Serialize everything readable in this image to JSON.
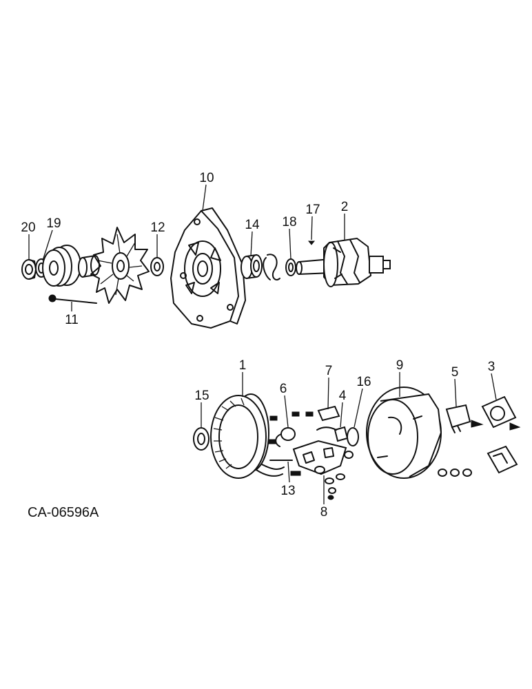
{
  "diagram": {
    "code": "CA-06596A",
    "callouts": [
      "1",
      "2",
      "3",
      "4",
      "5",
      "6",
      "7",
      "8",
      "9",
      "10",
      "11",
      "12",
      "13",
      "14",
      "15",
      "16",
      "17",
      "18",
      "19",
      "20"
    ]
  }
}
